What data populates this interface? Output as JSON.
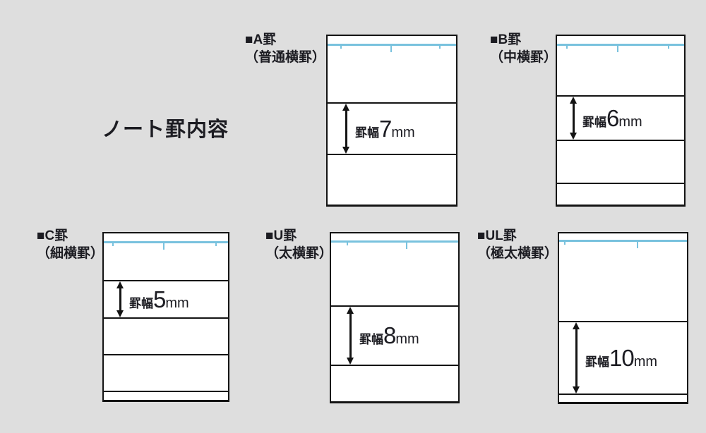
{
  "page": {
    "title": "ノート罫内容"
  },
  "colors": {
    "background": "#dedede",
    "card_background": "#ffffff",
    "border": "#141414",
    "rule_line": "#141414",
    "margin_line_blue": "#79c2de",
    "text": "#1c1c22"
  },
  "cards": [
    {
      "id": "A",
      "name_label": "■A罫",
      "type_label": "（普通横罫）",
      "width_label": "罫幅",
      "width_value": "7",
      "width_unit": "mm",
      "ruling_width_mm": 7
    },
    {
      "id": "B",
      "name_label": "■B罫",
      "type_label": "（中横罫）",
      "width_label": "罫幅",
      "width_value": "6",
      "width_unit": "mm",
      "ruling_width_mm": 6
    },
    {
      "id": "C",
      "name_label": "■C罫",
      "type_label": "（細横罫）",
      "width_label": "罫幅",
      "width_value": "5",
      "width_unit": "mm",
      "ruling_width_mm": 5
    },
    {
      "id": "U",
      "name_label": "■U罫",
      "type_label": "（太横罫）",
      "width_label": "罫幅",
      "width_value": "8",
      "width_unit": "mm",
      "ruling_width_mm": 8
    },
    {
      "id": "UL",
      "name_label": "■UL罫",
      "type_label": "（極太横罫）",
      "width_label": "罫幅",
      "width_value": "10",
      "width_unit": "mm",
      "ruling_width_mm": 10
    }
  ]
}
